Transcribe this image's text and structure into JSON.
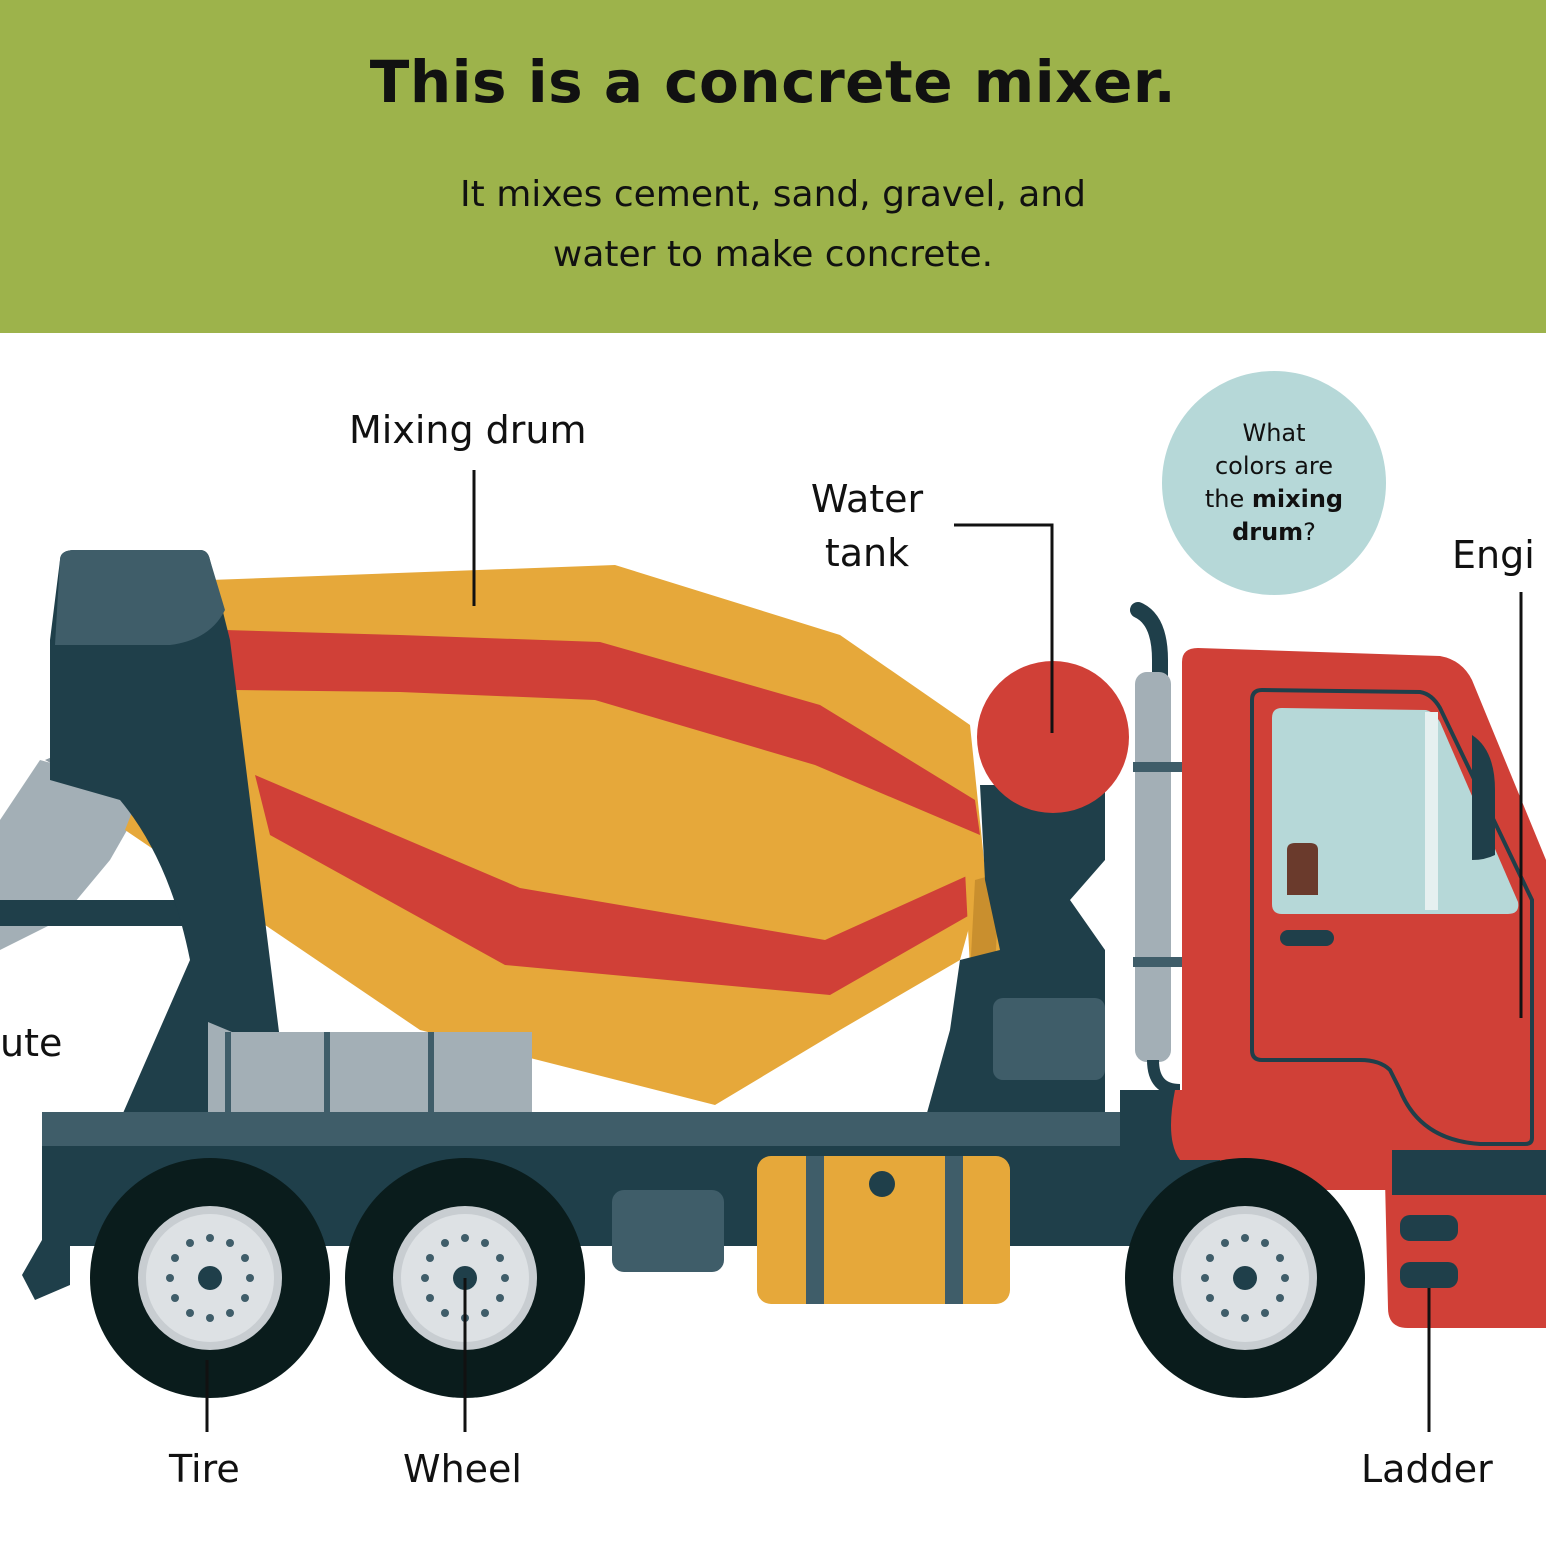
{
  "header": {
    "title": "This is a concrete mixer.",
    "subtitle_line1": "It mixes cement, sand, gravel, and",
    "subtitle_line2": "water to make concrete."
  },
  "labels": {
    "mixing_drum": "Mixing drum",
    "water_tank_line1": "Water",
    "water_tank_line2": "tank",
    "engine_partial": "Engi",
    "chute_partial": "ute",
    "tire": "Tire",
    "wheel": "Wheel",
    "ladder": "Ladder"
  },
  "bubble": {
    "line1": "What",
    "line2": "colors are",
    "line3_prefix": "the ",
    "line3_bold": "mixing",
    "line4_bold": "drum",
    "line4_suffix": "?"
  },
  "colors": {
    "banner": "#9db34b",
    "drum_yellow": "#e6a83a",
    "drum_red": "#d04037",
    "frame_dark": "#1f3f4a",
    "frame_mid": "#3f5d69",
    "tire_black": "#0a1c1c",
    "rim_gray": "#c8cdd1",
    "chute_gray": "#a3afb6",
    "window_blue": "#b6d8d8",
    "cab_red": "#d04037"
  }
}
